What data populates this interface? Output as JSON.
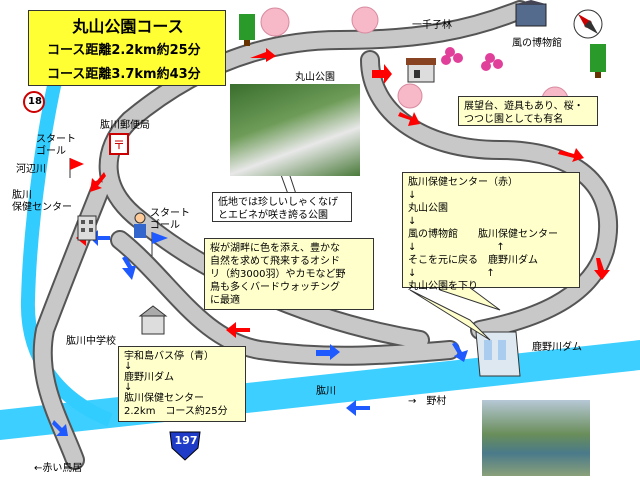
{
  "title": {
    "name": "丸山公園コース",
    "route_blue": "コース距離2.2km約25分",
    "route_red": "コース距離3.7km約43分"
  },
  "colors": {
    "river": "#33ccff",
    "road": "#c8c8c8",
    "road_edge": "#555555",
    "red": "#ff0000",
    "blue": "#1e5aff",
    "yellow": "#ffff33",
    "note": "#ffffcc"
  },
  "places": {
    "maruyama_park": "丸山公園",
    "hijikawa_post": "肱川郵便局",
    "start_goal_left": "スタート\nゴール",
    "start_goal_right": "スタート\nゴール",
    "kawabekawa": "河辺川",
    "hijikawa_health_left": "肱川\n保健センター",
    "wind_museum": "風の博物館",
    "ichichimatsu": "一千子林",
    "hijikawa_junior_high": "肱川中学校",
    "kanogawa_dam": "鹿野川ダム",
    "hijikawa_river": "肱川",
    "nomura": "→　野村",
    "akaishi_torii": "←赤い鳥居",
    "route18": "18",
    "route197": "197"
  },
  "notes": {
    "observatory": "展望台、遊具もあり、桜・\nつつじ園としても有名",
    "shakunage": "低地では珍しいしゃくなげ\nとエビネが咲き誇る公園",
    "birdwatch": "桜が湖畔に色を添え、豊かな\n自然を求めて飛来するオシド\nリ（約3000羽）やカモなど野\n鳥も多くバードウォッチング\nに最適"
  },
  "route_red_box": {
    "title": "肱川保健センター（赤）",
    "lines": [
      "↓",
      "丸山公園",
      "↓",
      "風の博物館　　肱川保健センター",
      "↓　　　　　　　　↑",
      "そこを元に戻る　鹿野川ダム",
      "↓　　　　　　　↑",
      "丸山公園を下り"
    ]
  },
  "route_blue_box": {
    "lines": [
      "宇和島バス停（青）",
      "↓",
      "鹿野川ダム",
      "↓",
      "肱川保健センター",
      "2.2km　コース約25分"
    ]
  }
}
